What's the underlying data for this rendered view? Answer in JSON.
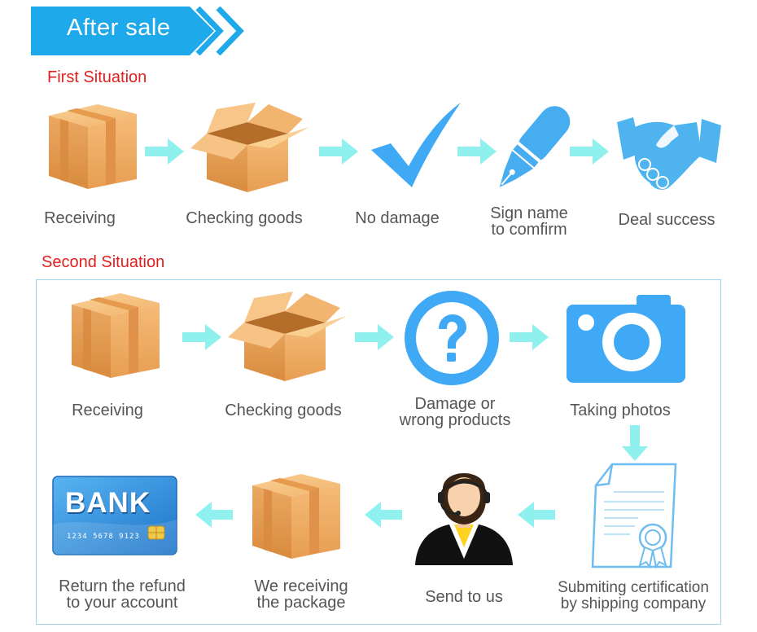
{
  "header": {
    "title": "After sale"
  },
  "first_situation": {
    "title": "First Situation",
    "steps": [
      {
        "label": "Receiving"
      },
      {
        "label": "Checking goods"
      },
      {
        "label": "No damage"
      },
      {
        "label_lines": [
          "Sign name",
          "to comfirm"
        ]
      },
      {
        "label": "Deal success"
      }
    ]
  },
  "second_situation": {
    "title": "Second Situation",
    "steps": [
      {
        "label": "Receiving"
      },
      {
        "label": "Checking goods"
      },
      {
        "label_lines": [
          "Damage or",
          "wrong products"
        ]
      },
      {
        "label": "Taking photos"
      },
      {
        "label_lines": [
          "Submiting certification",
          "by shipping company"
        ]
      },
      {
        "label": "Send to us"
      },
      {
        "label_lines": [
          "We receiving",
          "the package"
        ]
      },
      {
        "label_lines": [
          "Return the refund",
          "to your account"
        ]
      }
    ],
    "bank_card": {
      "brand": "BANK",
      "number": "1234 5678 9123"
    }
  },
  "colors": {
    "accent_blue": "#1ea9ea",
    "icon_blue": "#4fb3f0",
    "arrow_cyan": "#8ff0ee",
    "title_red": "#e02020",
    "box_orange": "#f2b36c"
  }
}
